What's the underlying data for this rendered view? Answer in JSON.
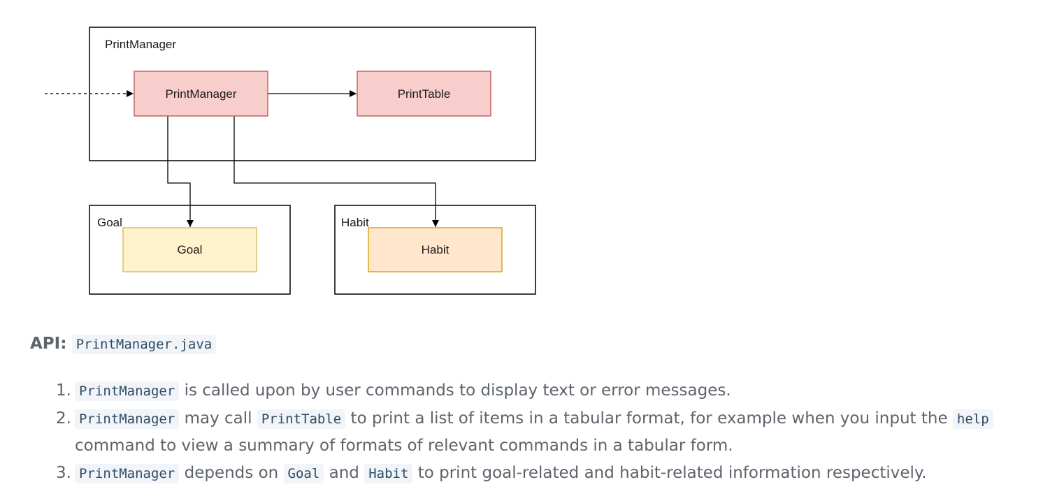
{
  "diagram": {
    "containers": {
      "print_manager": "PrintManager",
      "goal": "Goal",
      "habit": "Habit"
    },
    "nodes": {
      "print_manager": "PrintManager",
      "print_table": "PrintTable",
      "goal": "Goal",
      "habit": "Habit"
    },
    "colors": {
      "print_fill": "#f8cecc",
      "print_stroke": "#b85450",
      "goal_fill": "#fff2cc",
      "goal_stroke": "#d6b656",
      "habit_fill": "#ffe6cc",
      "habit_stroke": "#d79b00"
    }
  },
  "api": {
    "label": "API:",
    "file": "PrintManager.java"
  },
  "items": [
    {
      "num": "1.",
      "c1": "PrintManager",
      "t1": " is called upon by user commands to display text or error messages."
    },
    {
      "num": "2.",
      "c1": "PrintManager",
      "t1": " may call ",
      "c2": "PrintTable",
      "t2": " to print a list of items in a tabular format, for example when you input the ",
      "c3": "help",
      "t3": " command to view a summary of formats of relevant commands in a tabular form."
    },
    {
      "num": "3.",
      "c1": "PrintManager",
      "t1": " depends on ",
      "c2": "Goal",
      "t2": " and ",
      "c3": "Habit",
      "t3": " to print goal-related and habit-related information respectively."
    }
  ]
}
